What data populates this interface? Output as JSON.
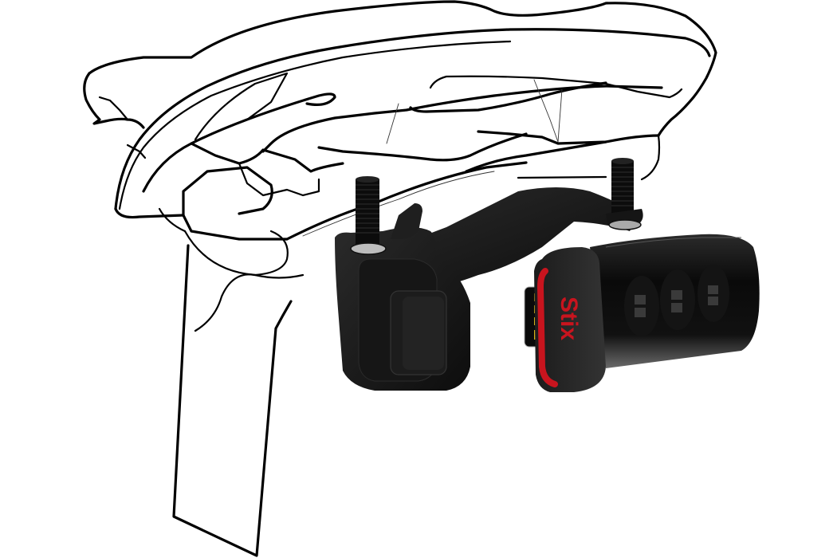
{
  "image": {
    "subject": "Saddle-mounted rear bike light illustration",
    "brand_label": "Stix",
    "colors": {
      "background": "#ffffff",
      "outline": "#000000",
      "mount_body": "#1a1a1a",
      "light_body": "#0e0e0e",
      "brand_red": "#c8141e",
      "contacts_gold": "#d6b21c"
    },
    "parts": [
      {
        "id": "saddle",
        "label": "Saddle (line drawing)"
      },
      {
        "id": "seatpost",
        "label": "Seatpost (line drawing)"
      },
      {
        "id": "mount-bracket",
        "label": "Black rail mount bracket with two bolts"
      },
      {
        "id": "light-unit",
        "label": "Stix rear light with three LED windows"
      },
      {
        "id": "usb-contacts",
        "label": "Gold charging contacts"
      }
    ],
    "led_windows": 3,
    "contact_pins": 4
  }
}
